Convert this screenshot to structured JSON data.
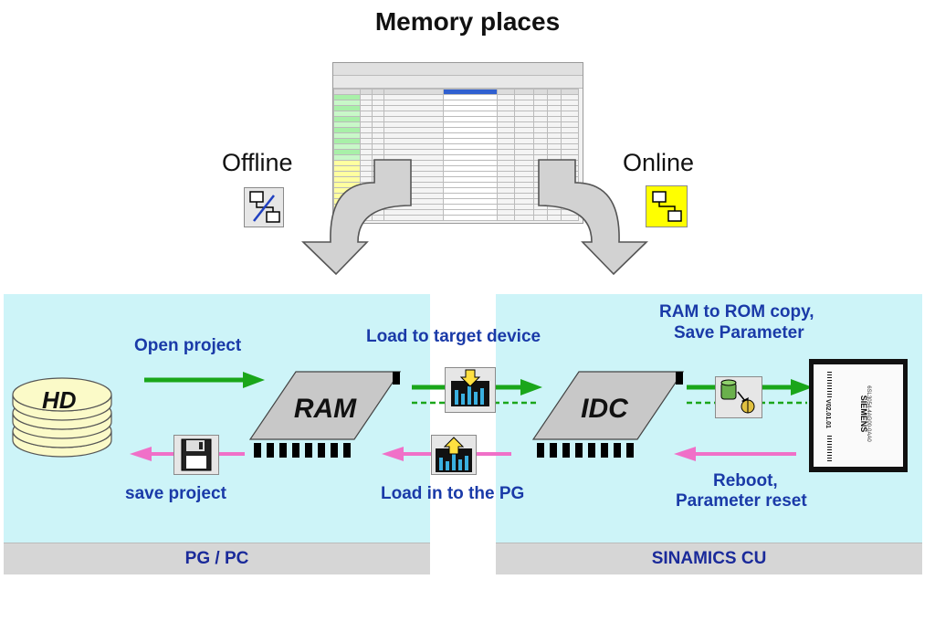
{
  "title": "Memory places",
  "modes": {
    "offline": "Offline",
    "online": "Online"
  },
  "memory": {
    "hd": "HD",
    "ram": "RAM",
    "idc": "IDC"
  },
  "labels": {
    "open_project": "Open project",
    "save_project": "save project",
    "load_target": "Load to target device",
    "load_pg": "Load in to the PG",
    "ram_rom_1": "RAM to ROM copy,",
    "ram_rom_2": "Save Parameter",
    "reboot_1": "Reboot,",
    "reboot_2": "Parameter reset"
  },
  "footer": {
    "left": "PG / PC",
    "right": "SINAMICS CU"
  },
  "card": {
    "brand": "SIEMENS",
    "part": "6SL3054-4AG00-0AA0",
    "version": "V02.01.01"
  },
  "colors": {
    "panel": "#cdf4f8",
    "green_arrow": "#1aa61a",
    "pink_arrow": "#f070c8",
    "label_blue": "#1a3aa8"
  },
  "icons": {
    "offline": "offline-network-icon",
    "online": "online-network-icon",
    "download": "load-to-target-icon",
    "upload": "load-to-pg-icon",
    "save": "floppy-disk-icon",
    "copy": "ram-to-rom-icon"
  }
}
